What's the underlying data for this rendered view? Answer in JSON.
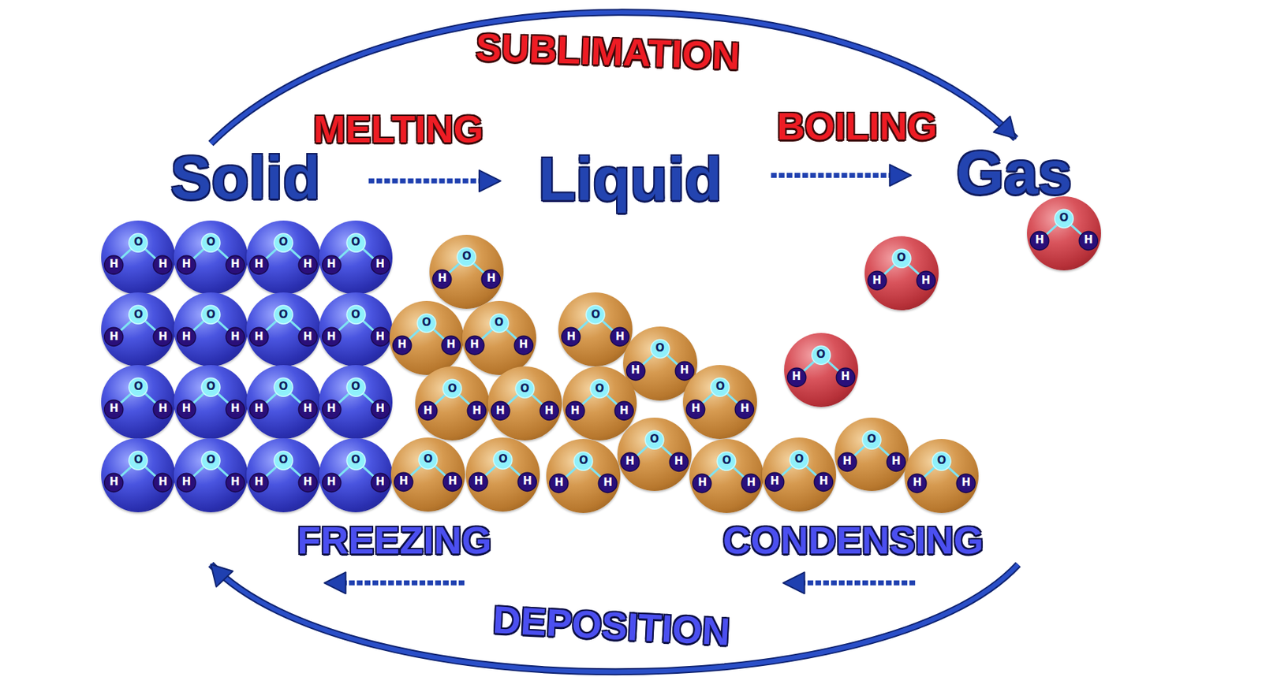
{
  "diagram": {
    "nodes": [
      {
        "text": [
          "Solid"
        ]
      },
      {
        "text": [
          "Liquid"
        ]
      },
      {
        "text": [
          "Gas"
        ]
      },
      {
        "text": [
          "O",
          "H",
          "H"
        ]
      },
      {
        "text": [
          "O",
          "H",
          "H"
        ]
      },
      {
        "text": [
          "O",
          "H",
          "H"
        ]
      },
      {
        "text": [
          "O",
          "H",
          "H"
        ]
      },
      {
        "text": [
          "O",
          "H",
          "H"
        ]
      },
      {
        "text": [
          "O",
          "H",
          "H"
        ]
      },
      {
        "text": [
          "O",
          "H",
          "H"
        ]
      },
      {
        "text": [
          "O",
          "H",
          "H"
        ]
      },
      {
        "text": [
          "O",
          "H",
          "H"
        ]
      },
      {
        "text": [
          "O",
          "H",
          "H"
        ]
      },
      {
        "text": [
          "O",
          "H",
          "H"
        ]
      },
      {
        "text": [
          "O",
          "H",
          "H"
        ]
      },
      {
        "text": [
          "O",
          "H",
          "H"
        ]
      },
      {
        "text": [
          "O",
          "H",
          "H"
        ]
      },
      {
        "text": [
          "O",
          "H",
          "H"
        ]
      },
      {
        "text": [
          "O",
          "H",
          "H"
        ]
      },
      {
        "text": [
          "O",
          "H",
          "H"
        ]
      },
      {
        "text": [
          "O",
          "H",
          "H"
        ]
      },
      {
        "text": [
          "O",
          "H",
          "H"
        ]
      },
      {
        "text": [
          "O",
          "H",
          "H"
        ]
      },
      {
        "text": [
          "O",
          "H",
          "H"
        ]
      },
      {
        "text": [
          "O",
          "H",
          "H"
        ]
      },
      {
        "text": [
          "O",
          "H",
          "H"
        ]
      },
      {
        "text": [
          "O",
          "H",
          "H"
        ]
      },
      {
        "text": [
          "O",
          "H",
          "H"
        ]
      },
      {
        "text": [
          "O",
          "H",
          "H"
        ]
      },
      {
        "text": [
          "O",
          "H",
          "H"
        ]
      },
      {
        "text": [
          "O",
          "H",
          "H"
        ]
      },
      {
        "text": [
          "O",
          "H",
          "H"
        ]
      },
      {
        "text": [
          "O",
          "H",
          "H"
        ]
      },
      {
        "text": [
          "O",
          "H",
          "H"
        ]
      },
      {
        "text": [
          "O",
          "H",
          "H"
        ]
      },
      {
        "text": [
          "O",
          "H",
          "H"
        ]
      },
      {
        "text": [
          "O",
          "H",
          "H"
        ]
      },
      {
        "text": [
          "O",
          "H",
          "H"
        ]
      },
      {
        "text": [
          "O",
          "H",
          "H"
        ]
      }
    ],
    "edges": [
      {
        "from": 0,
        "to": 1,
        "label": "MELTING",
        "arrow": "to"
      },
      {
        "from": 1,
        "to": 2,
        "label": "BOILING",
        "arrow": "to"
      },
      {
        "from": 0,
        "to": 2,
        "label": "SUBLIMATION",
        "arrow": "to"
      },
      {
        "from": 1,
        "to": 0,
        "label": "FREEZING",
        "arrow": "to"
      },
      {
        "from": 2,
        "to": 1,
        "label": "CONDENSING",
        "arrow": "to"
      },
      {
        "from": 2,
        "to": 0,
        "label": "DEPOSITION",
        "arrow": "to"
      }
    ]
  }
}
